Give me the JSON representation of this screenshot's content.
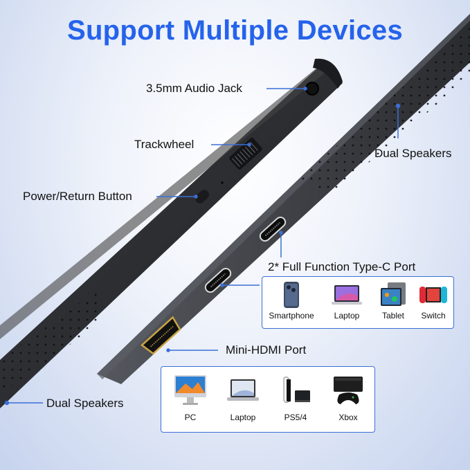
{
  "title": "Support Multiple Devices",
  "labels": {
    "audio_jack": "3.5mm Audio Jack",
    "trackwheel": "Trackwheel",
    "power_button": "Power/Return Button",
    "dual_speakers_top": "Dual Speakers",
    "type_c": "2* Full Function Type-C Port",
    "mini_hdmi": "Mini-HDMI Port",
    "dual_speakers_bottom": "Dual Speakers"
  },
  "type_c_devices": [
    {
      "name": "Smartphone",
      "icon": "smartphone-icon"
    },
    {
      "name": "Laptop",
      "icon": "laptop-icon"
    },
    {
      "name": "Tablet",
      "icon": "tablet-icon"
    },
    {
      "name": "Switch",
      "icon": "game-console-icon"
    }
  ],
  "hdmi_devices": [
    {
      "name": "PC",
      "icon": "desktop-pc-icon"
    },
    {
      "name": "Laptop",
      "icon": "laptop-icon"
    },
    {
      "name": "PS5/4",
      "icon": "playstation-icon"
    },
    {
      "name": "Xbox",
      "icon": "xbox-icon"
    }
  ],
  "colors": {
    "accent": "#2563eb",
    "device_body": "#2b2d31",
    "leader_line": "#3b6fd6"
  }
}
